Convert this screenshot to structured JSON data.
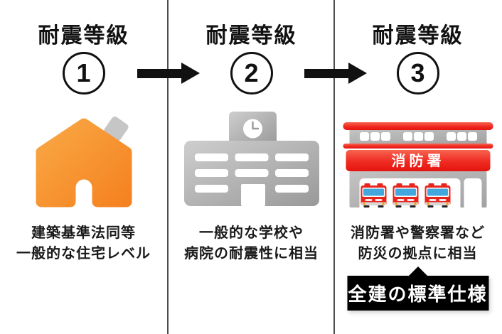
{
  "columns": [
    {
      "title": "耐震等級",
      "grade": "1",
      "icon": "house-icon",
      "description_lines": [
        "建築基準法同等",
        "一般的な住宅レベル"
      ]
    },
    {
      "title": "耐震等級",
      "grade": "2",
      "icon": "school-building-icon",
      "description_lines": [
        "一般的な学校や",
        "病院の耐震性に相当"
      ]
    },
    {
      "title": "耐震等級",
      "grade": "3",
      "icon": "fire-station-icon",
      "fire_station_sign": "消防署",
      "description_lines": [
        "消防署や警察署など",
        "防災の拠点に相当"
      ],
      "badge_label": "全建の標準仕様"
    }
  ],
  "arrows": [
    {
      "icon": "right-arrow-icon"
    },
    {
      "icon": "right-arrow-icon"
    }
  ],
  "colors": {
    "house_orange": "#F58220",
    "building_gray": "#ADADAD",
    "fire_red": "#EE2A1E",
    "truck_windshield_blue": "#42A7DC",
    "badge_black": "#000000",
    "text": "#1A1A1A",
    "background": "#FFFFFF"
  }
}
